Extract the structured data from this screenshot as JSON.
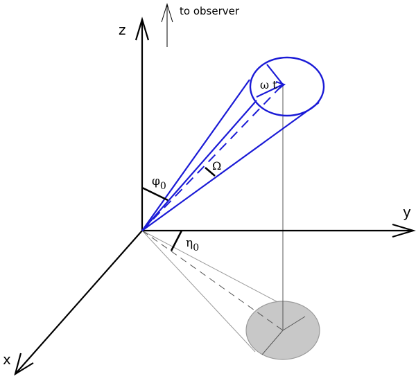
{
  "labels": {
    "axis_z": "z",
    "axis_y": "y",
    "axis_x": "x",
    "observer": "to observer",
    "phi": "φ",
    "phi_sub": "0",
    "eta": "η",
    "eta_sub": "0",
    "omega_cap": "Ω",
    "omega_t": "ω t"
  },
  "colors": {
    "axes": "#000000",
    "cone": "#1a1ad6",
    "shadow_fill": "#c8c8c8",
    "shadow_edge": "#9a9a9a",
    "projection": "#555555"
  }
}
